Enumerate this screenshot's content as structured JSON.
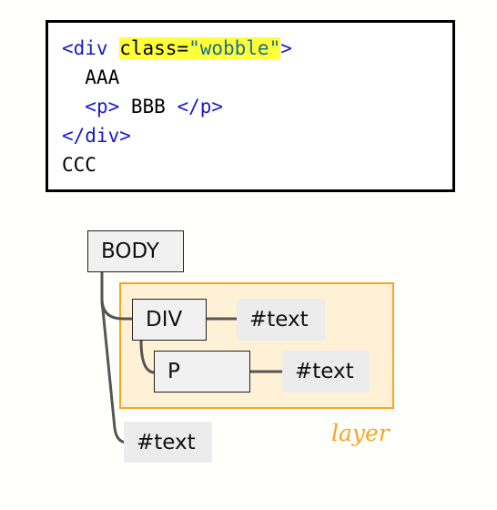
{
  "code": {
    "line1_open": "<div ",
    "line1_attr": "class=",
    "line1_value": "\"wobble\"",
    "line1_close": ">",
    "line2": "  AAA",
    "line3_indent": "  ",
    "line3_ptag_open": "<p>",
    "line3_text": " BBB ",
    "line3_ptag_close": "</p>",
    "line4": "</div>",
    "line5": "CCC"
  },
  "tree": {
    "body": "BODY",
    "div": "DIV",
    "p": "P",
    "div_text": "#text",
    "p_text": "#text",
    "body_text": "#text"
  },
  "layer_label": "layer",
  "colors": {
    "tag": "#1a1acc",
    "highlight": "#ffff3a",
    "string": "#1a6e8e",
    "layer_border": "#f7a623",
    "layer_fill": "#fff1d6",
    "connector": "#555555"
  }
}
